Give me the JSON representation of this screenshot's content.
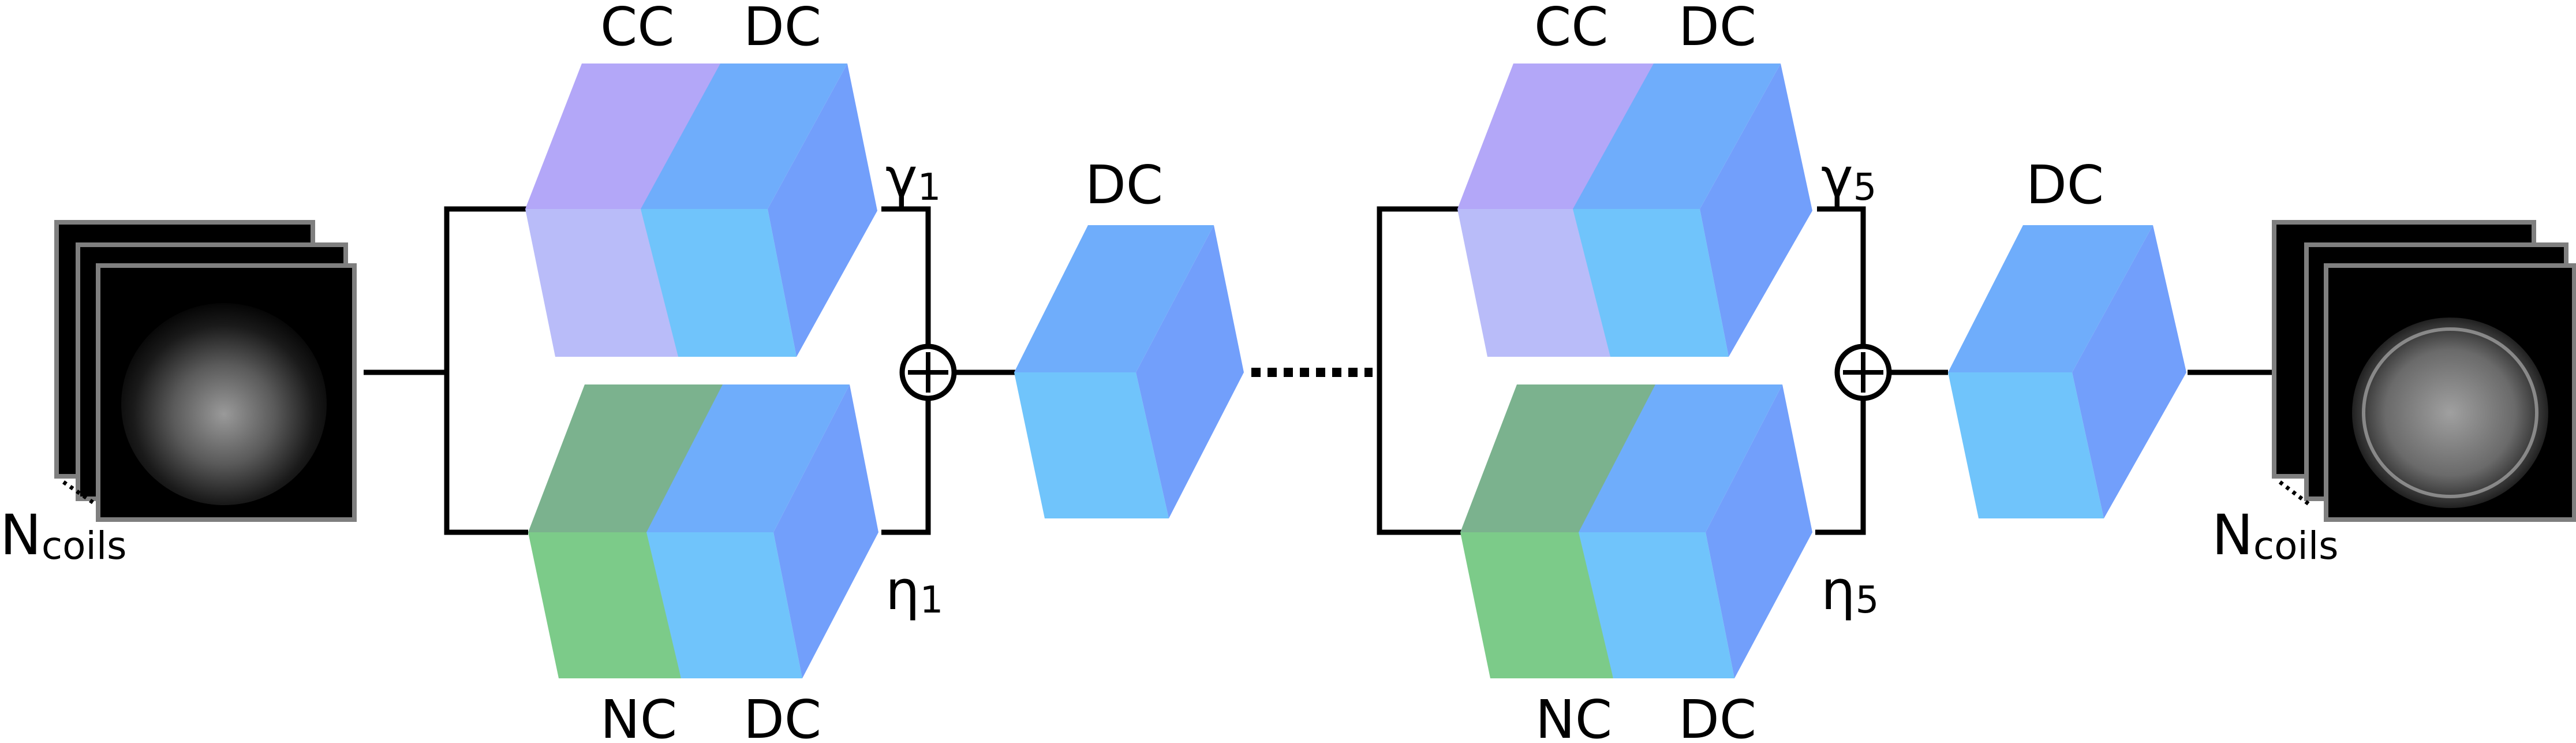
{
  "labels": {
    "coils_left": {
      "base": "N",
      "sub": "coils"
    },
    "coils_right": {
      "base": "N",
      "sub": "coils"
    },
    "block1_top": {
      "cc": "CC",
      "dc": "DC"
    },
    "block1_bottom": {
      "nc": "NC",
      "dc": "DC"
    },
    "block5_top": {
      "cc": "CC",
      "dc": "DC"
    },
    "block5_bottom": {
      "nc": "NC",
      "dc": "DC"
    },
    "dc_middle": "DC",
    "dc_final": "DC",
    "gamma1": {
      "base": "γ",
      "sub": "1"
    },
    "eta1": {
      "base": "η",
      "sub": "1"
    },
    "gamma5": {
      "base": "γ",
      "sub": "5"
    },
    "eta5": {
      "base": "η",
      "sub": "5"
    }
  },
  "colors": {
    "cc_front": "#b9bcf9",
    "cc_top": "#b3a7f8",
    "nc_front": "#7ccb89",
    "nc_top": "#7bb28e",
    "dc_front": "#70c4fb",
    "dc_top": "#6fadfb",
    "dc_side": "#729ffb"
  }
}
